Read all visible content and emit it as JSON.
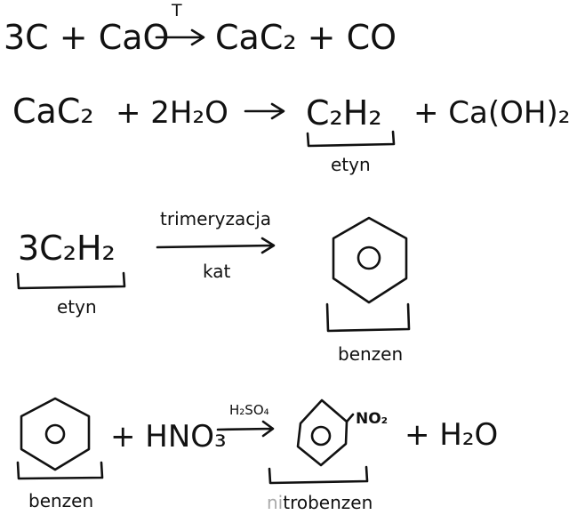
{
  "reaction1": {
    "reactants": "3C + CaO",
    "condition": "T",
    "products": "CaC₂ + CO"
  },
  "reaction2": {
    "reactants": "CaC₂",
    "plus_water": "+ 2H₂O",
    "product_main": "C₂H₂",
    "product_side": "+ Ca(OH)₂",
    "label": "etyn"
  },
  "reaction3": {
    "reactant": "3C₂H₂",
    "reactant_label": "etyn",
    "condition_top": "trimeryzacja",
    "condition_bottom": "kat",
    "product_label": "benzen"
  },
  "reaction4": {
    "reactant_label": "benzen",
    "reagent": "+ HNO₃",
    "catalyst": "H₂SO₄",
    "substituent": "NO₂",
    "side_product": "+ H₂O",
    "product_label_faded": "ni",
    "product_label": "trobenzen"
  }
}
